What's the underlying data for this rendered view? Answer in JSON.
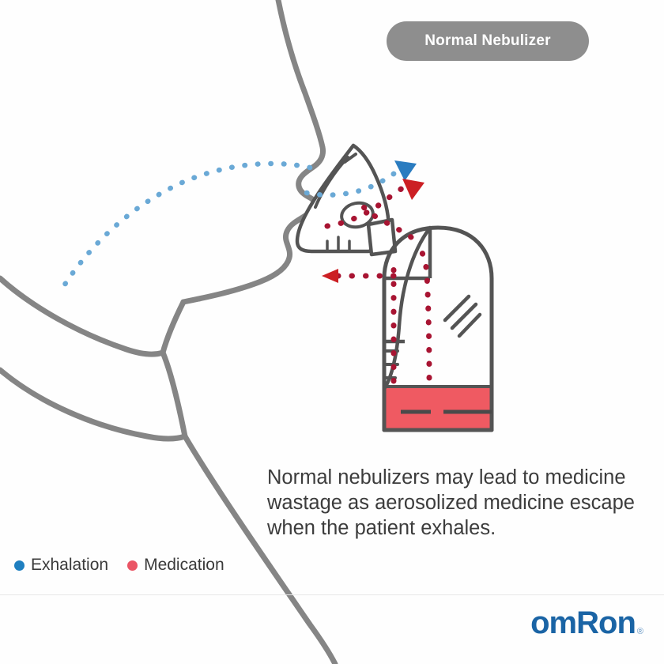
{
  "badge": {
    "label": "Normal Nebulizer",
    "bg_color": "#8e8e8e",
    "text_color": "#ffffff"
  },
  "caption": {
    "text": "Normal nebulizers may lead to medicine wastage as aerosolized medicine escape when the patient exhales."
  },
  "legend": {
    "items": [
      {
        "label": "Exhalation",
        "color": "#1f7fc0"
      },
      {
        "label": "Medication",
        "color": "#ea5565"
      }
    ]
  },
  "brand": {
    "name": "omRon",
    "trademark": "®",
    "color": "#1a64a5"
  },
  "illustration": {
    "patient_outline_color": "#858585",
    "device_outline_color": "#545454",
    "medication_fill_color": "#ef5a62",
    "exhalation_dot_color": "#6aa9d6",
    "medication_dot_color": "#a81432",
    "exhalation_arrow_color": "#2a7cc0",
    "medication_arrow_color": "#cc1f24",
    "elements": [
      "patient-face-profile",
      "patient-shoulder-collar",
      "nebulizer-mask",
      "mask-valve-opening",
      "nebulizer-cup-body",
      "medication-reservoir",
      "exhalation-flow-path",
      "medication-flow-path",
      "medication-escape-path"
    ]
  }
}
